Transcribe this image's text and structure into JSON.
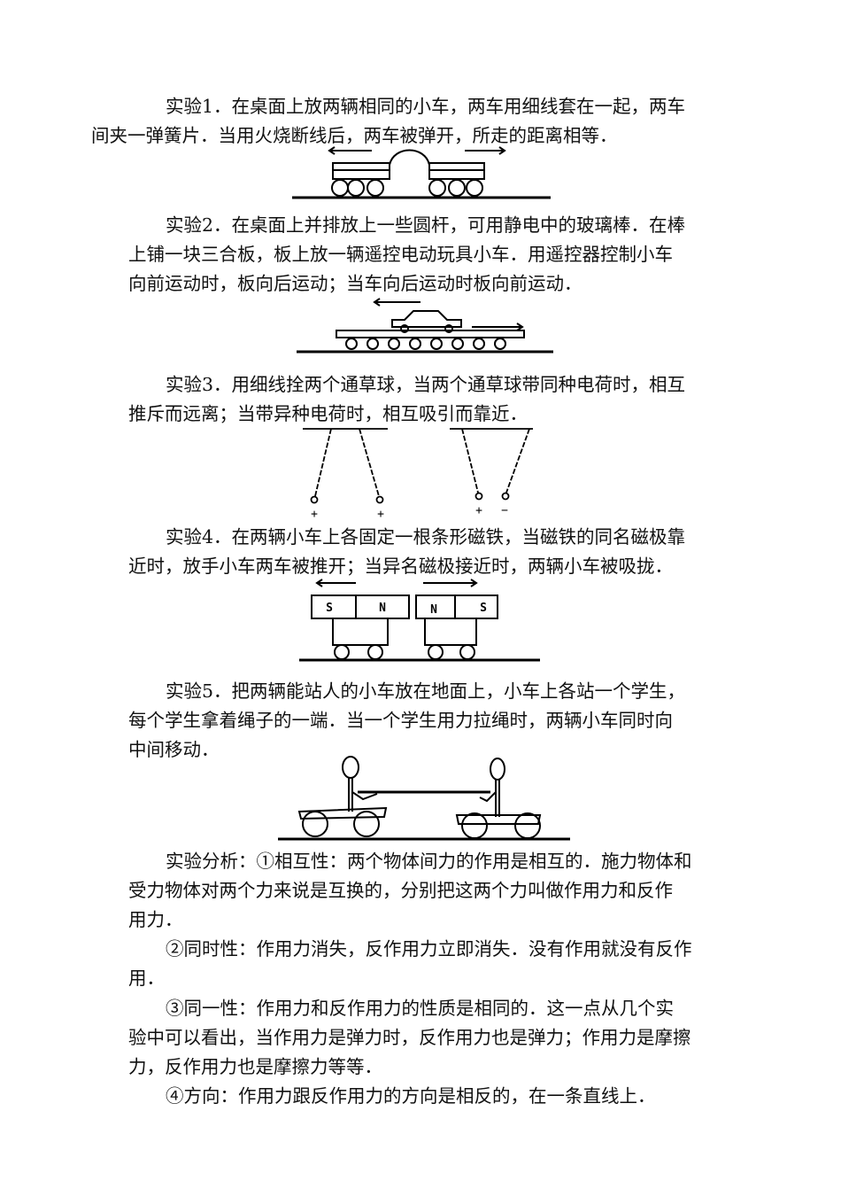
{
  "exp1": {
    "line1": "实验1．在桌面上放两辆相同的小车，两车用细线套在一起，两车",
    "line2": "间夹一弹簧片．当用火烧断线后，两车被弹开，所走的距离相等．"
  },
  "exp2": {
    "line1": "实验2．在桌面上并排放上一些圆杆，可用静电中的玻璃棒．在棒",
    "line2": "上铺一块三合板，板上放一辆遥控电动玩具小车．用遥控器控制小车",
    "line3": "向前运动时，板向后运动；当车向后运动时板向前运动．"
  },
  "exp3": {
    "line1": "实验3．用细线拴两个通草球，当两个通草球带同种电荷时，相互",
    "line2": "推斥而远离；当带异种电荷时，相互吸引而靠近．",
    "charges": [
      "+",
      "+",
      "+",
      "−"
    ]
  },
  "exp4": {
    "line1": "实验4．在两辆小车上各固定一根条形磁铁，当磁铁的同名磁极靠",
    "line2": "近时，放手小车两车被推开；当异名磁极接近时，两辆小车被吸拢．",
    "magnet_left": [
      "S",
      "N"
    ],
    "magnet_right": [
      "N",
      "S"
    ]
  },
  "exp5": {
    "line1": "实验5．把两辆能站人的小车放在地面上，小车上各站一个学生，",
    "line2": "每个学生拿着绳子的一端．当一个学生用力拉绳时，两辆小车同时向",
    "line3": "中间移动．"
  },
  "analysis": {
    "p1_line1": "实验分析：①相互性：两个物体间力的作用是相互的．施力物体和",
    "p1_line2": "受力物体对两个力来说是互换的，分别把这两个力叫做作用力和反作",
    "p1_line3": "用力．",
    "p2_line1": "②同时性：作用力消失，反作用力立即消失．没有作用就没有反作",
    "p2_line2": "用．",
    "p3_line1": "③同一性：作用力和反作用力的性质是相同的．这一点从几个实",
    "p3_line2": "验中可以看出，当作用力是弹力时，反作用力也是弹力；作用力是摩擦",
    "p3_line3": "力，反作用力也是摩擦力等等．",
    "p4_line1": "④方向：作用力跟反作用力的方向是相反的，在一条直线上．"
  }
}
